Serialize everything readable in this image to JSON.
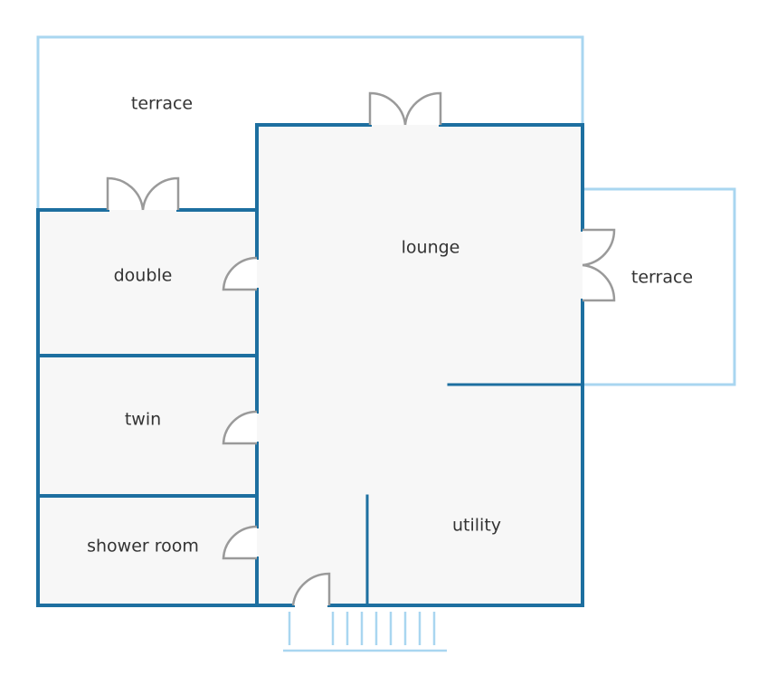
{
  "floor_plan": {
    "colors": {
      "wall": "#1d6fa0",
      "outline": "#a9d6f0",
      "floor": "#f7f7f7",
      "door": "#9a9a9a",
      "text": "#333333"
    },
    "rooms": {
      "terrace_top": "terrace",
      "lounge": "lounge",
      "terrace_right": "terrace",
      "double": "double",
      "twin": "twin",
      "shower_room": "shower room",
      "utility": "utility"
    }
  }
}
